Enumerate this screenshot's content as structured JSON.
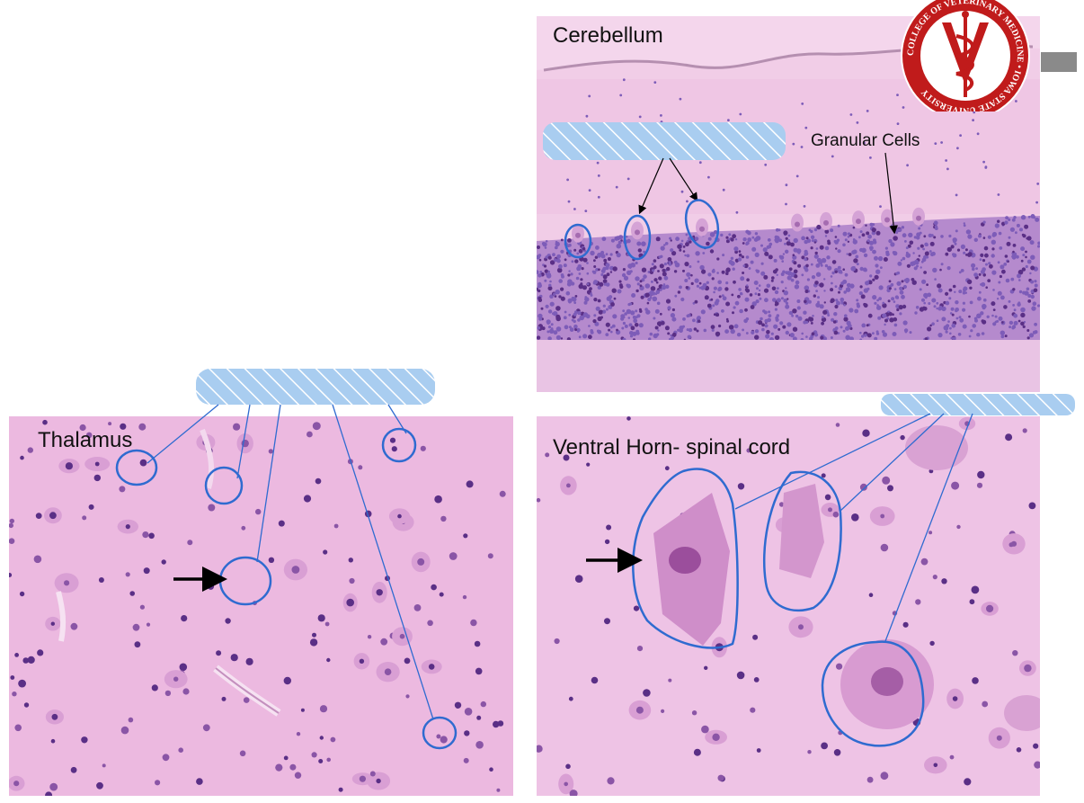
{
  "panels": {
    "cerebellum": {
      "title": "Cerebellum",
      "annotation": "Granular Cells"
    },
    "thalamus": {
      "title": "Thalamus"
    },
    "ventral_horn": {
      "title": "Ventral Horn- spinal cord"
    }
  },
  "logo": {
    "text": "COLLEGE OF VETERINARY MEDICINE • IOWA STATE UNIVERSITY",
    "color": "#c01b1b"
  },
  "colors": {
    "tissue_light": "#f2cbe6",
    "tissue_pink": "#e9b3dd",
    "granular": "#7d5cb8",
    "nucleus": "#5a2f86",
    "annotation_blue": "#2f6bd0",
    "redaction": "#a9cdf0"
  }
}
